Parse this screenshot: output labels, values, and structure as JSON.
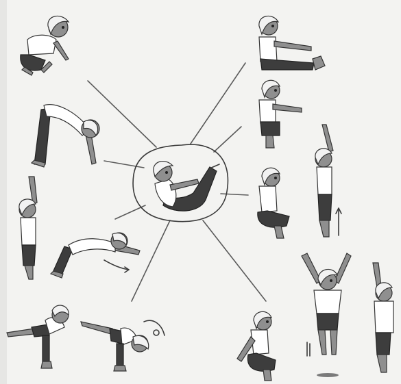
{
  "illustration": {
    "subject": "figure-poses-around-central-figure",
    "colors": {
      "background": "#f3f3f1",
      "ink": "#3a3a3a",
      "skin": "#8f8f8f",
      "pants": "#3d3d3d",
      "shirt": "#ffffff"
    },
    "figure_count": 14,
    "ray_count": 8
  }
}
